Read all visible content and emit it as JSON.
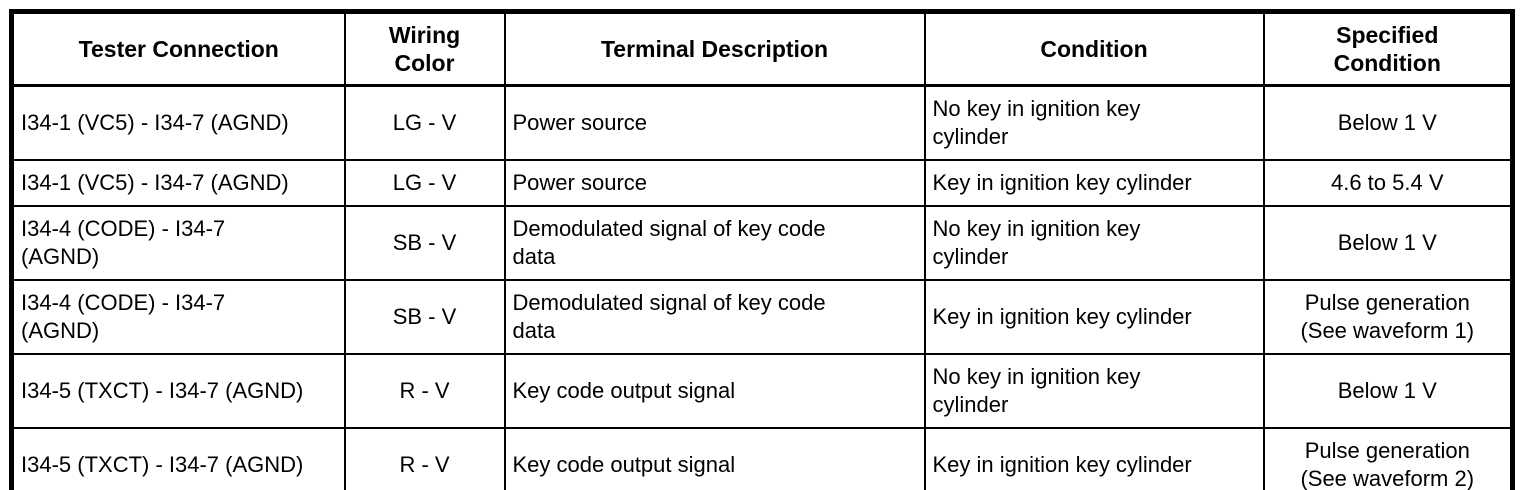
{
  "table": {
    "columns": [
      "Tester Connection",
      "Wiring\nColor",
      "Terminal Description",
      "Condition",
      "Specified\nCondition"
    ],
    "rows": [
      {
        "cells": [
          "I34-1 (VC5) - I34-7 (AGND)",
          "LG - V",
          "Power source",
          "No key in ignition key\ncylinder",
          "Below 1 V"
        ]
      },
      {
        "cells": [
          "I34-1 (VC5) - I34-7 (AGND)",
          "LG - V",
          "Power source",
          "Key in ignition key cylinder",
          "4.6 to 5.4 V"
        ]
      },
      {
        "cells": [
          "I34-4 (CODE) - I34-7\n(AGND)",
          "SB - V",
          "Demodulated signal of key code\ndata",
          "No key in ignition key\ncylinder",
          "Below 1 V"
        ]
      },
      {
        "cells": [
          "I34-4 (CODE) - I34-7\n(AGND)",
          "SB - V",
          "Demodulated signal of key code\ndata",
          "Key in ignition key cylinder",
          "Pulse generation\n(See waveform 1)"
        ]
      },
      {
        "cells": [
          "I34-5 (TXCT) - I34-7 (AGND)",
          "R - V",
          "Key code output signal",
          "No key in ignition key\ncylinder",
          "Below 1 V"
        ]
      },
      {
        "cells": [
          "I34-5 (TXCT) - I34-7 (AGND)",
          "R - V",
          "Key code output signal",
          "Key in ignition key cylinder",
          "Pulse generation\n(See waveform 2)"
        ]
      }
    ]
  }
}
